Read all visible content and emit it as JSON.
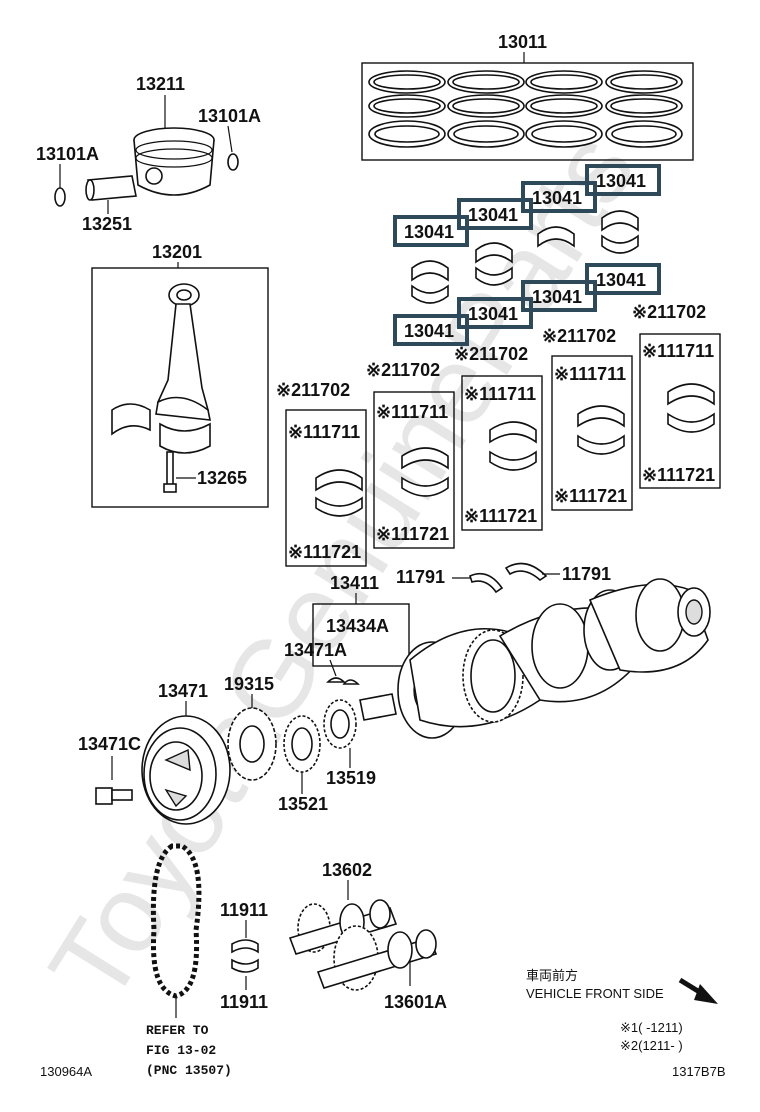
{
  "watermark": "ToyotaGenuineParts",
  "parts": {
    "p13011": "13011",
    "p13211": "13211",
    "p13101A_r": "13101A",
    "p13101A_l": "13101A",
    "p13251": "13251",
    "p13201": "13201",
    "p13265": "13265",
    "h1": "13041",
    "h2": "13041",
    "h3": "13041",
    "h4": "13041",
    "h5": "13041",
    "h6": "13041",
    "h7": "13041",
    "h8": "13041",
    "set1": {
      "top": "※211702",
      "upper": "※111711",
      "lower": "※111721"
    },
    "set2": {
      "top": "※211702",
      "upper": "※111711",
      "lower": "※111721"
    },
    "set3": {
      "top": "※211702",
      "upper": "※111711",
      "lower": "※111721"
    },
    "set4": {
      "top": "※211702",
      "upper": "※111711",
      "lower": "※111721"
    },
    "set5": {
      "top": "※211702",
      "upper": "※111711",
      "lower": "※111721"
    },
    "p11791a": "11791",
    "p11791b": "11791",
    "p13411": "13411",
    "p13434A": "13434A",
    "p13471A": "13471A",
    "p13471": "13471",
    "p19315": "19315",
    "p13471C": "13471C",
    "p13521": "13521",
    "p13519": "13519",
    "p13602": "13602",
    "p11911a": "11911",
    "p11911b": "11911",
    "p13601A": "13601A"
  },
  "refer": {
    "line1": "REFER TO",
    "line2": "FIG 13-02",
    "line3": "(PNC 13507)"
  },
  "vehicle_front": {
    "jp": "車両前方",
    "en": "VEHICLE FRONT SIDE"
  },
  "notes": {
    "n1": "※1(      -1211)",
    "n2": "※2(1211-      )"
  },
  "codes": {
    "left": "130964A",
    "right": "1317B7B"
  }
}
